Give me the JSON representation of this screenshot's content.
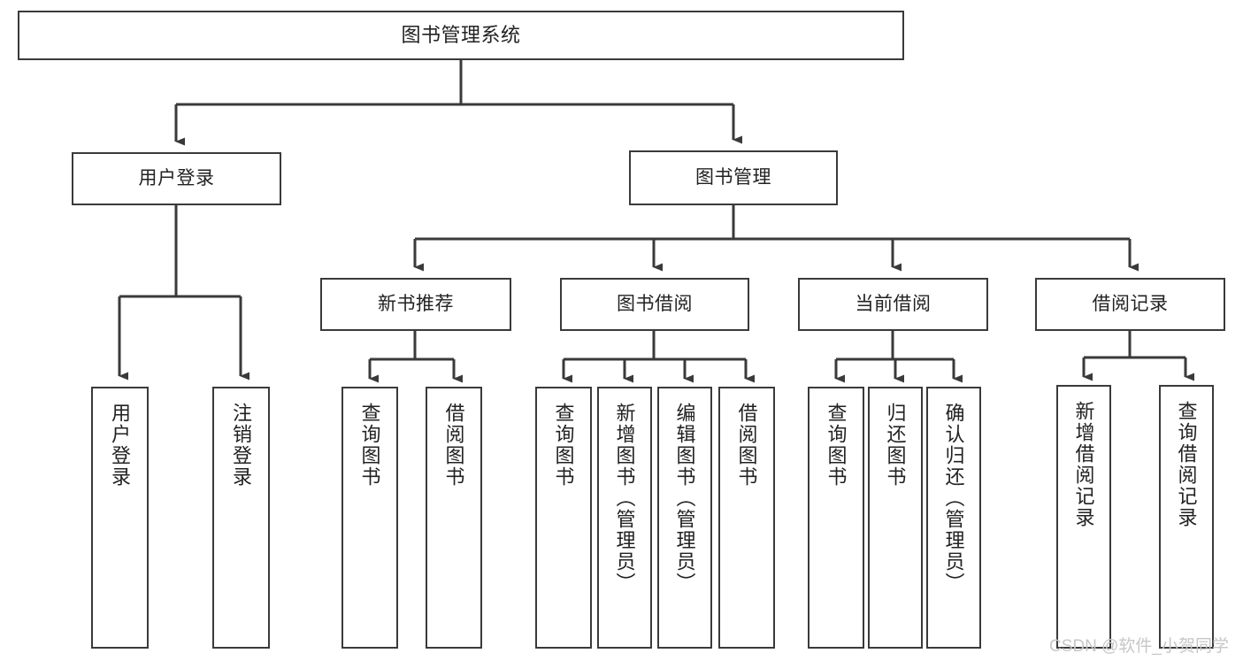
{
  "diagram": {
    "type": "tree",
    "title": "图书管理系统",
    "orientation": "top-down",
    "colors": {
      "box_border": "#3a3a3a",
      "box_fill": "#ffffff",
      "connector": "#3a3a3a",
      "text": "#222222",
      "watermark": "#c7c7c7"
    },
    "nodes": {
      "root": {
        "label": "图书管理系统",
        "level": 0,
        "text_direction": "horizontal"
      },
      "n_user_login": {
        "label": "用户登录",
        "level": 1,
        "text_direction": "horizontal"
      },
      "n_book_manage": {
        "label": "图书管理",
        "level": 1,
        "text_direction": "horizontal"
      },
      "n_new_book_rec": {
        "label": "新书推荐",
        "level": 2,
        "text_direction": "horizontal"
      },
      "n_book_borrow": {
        "label": "图书借阅",
        "level": 2,
        "text_direction": "horizontal"
      },
      "n_current_borrow": {
        "label": "当前借阅",
        "level": 2,
        "text_direction": "horizontal"
      },
      "n_borrow_record": {
        "label": "借阅记录",
        "level": 2,
        "text_direction": "horizontal"
      },
      "l_user_login": {
        "label": "用户登录",
        "level": 3,
        "text_direction": "vertical"
      },
      "l_user_logout": {
        "label": "注销登录",
        "level": 3,
        "text_direction": "vertical"
      },
      "l_rec_query": {
        "label": "查询图书",
        "level": 3,
        "text_direction": "vertical"
      },
      "l_rec_borrow": {
        "label": "借阅图书",
        "level": 3,
        "text_direction": "vertical"
      },
      "l_borrow_query": {
        "label": "查询图书",
        "level": 3,
        "text_direction": "vertical"
      },
      "l_borrow_add": {
        "label": "新增图书（管理员）",
        "level": 3,
        "text_direction": "vertical"
      },
      "l_borrow_edit": {
        "label": "编辑图书（管理员）",
        "level": 3,
        "text_direction": "vertical"
      },
      "l_borrow_do": {
        "label": "借阅图书",
        "level": 3,
        "text_direction": "vertical"
      },
      "l_cur_query": {
        "label": "查询图书",
        "level": 3,
        "text_direction": "vertical"
      },
      "l_cur_return": {
        "label": "归还图书",
        "level": 3,
        "text_direction": "vertical"
      },
      "l_cur_confirm": {
        "label": "确认归还（管理员）",
        "level": 3,
        "text_direction": "vertical"
      },
      "l_record_add": {
        "label": "新增借阅记录",
        "level": 3,
        "text_direction": "vertical"
      },
      "l_record_query": {
        "label": "查询借阅记录",
        "level": 3,
        "text_direction": "vertical"
      }
    },
    "edges": [
      {
        "from": "root",
        "to": "n_user_login"
      },
      {
        "from": "root",
        "to": "n_book_manage"
      },
      {
        "from": "n_user_login",
        "to": "l_user_login"
      },
      {
        "from": "n_user_login",
        "to": "l_user_logout"
      },
      {
        "from": "n_book_manage",
        "to": "n_new_book_rec"
      },
      {
        "from": "n_book_manage",
        "to": "n_book_borrow"
      },
      {
        "from": "n_book_manage",
        "to": "n_current_borrow"
      },
      {
        "from": "n_book_manage",
        "to": "n_borrow_record"
      },
      {
        "from": "n_new_book_rec",
        "to": "l_rec_query"
      },
      {
        "from": "n_new_book_rec",
        "to": "l_rec_borrow"
      },
      {
        "from": "n_book_borrow",
        "to": "l_borrow_query"
      },
      {
        "from": "n_book_borrow",
        "to": "l_borrow_add"
      },
      {
        "from": "n_book_borrow",
        "to": "l_borrow_edit"
      },
      {
        "from": "n_book_borrow",
        "to": "l_borrow_do"
      },
      {
        "from": "n_current_borrow",
        "to": "l_cur_query"
      },
      {
        "from": "n_current_borrow",
        "to": "l_cur_return"
      },
      {
        "from": "n_current_borrow",
        "to": "l_cur_confirm"
      },
      {
        "from": "n_borrow_record",
        "to": "l_record_add"
      },
      {
        "from": "n_borrow_record",
        "to": "l_record_query"
      }
    ]
  },
  "watermark": {
    "text": "CSDN @软件_小贺同学"
  }
}
